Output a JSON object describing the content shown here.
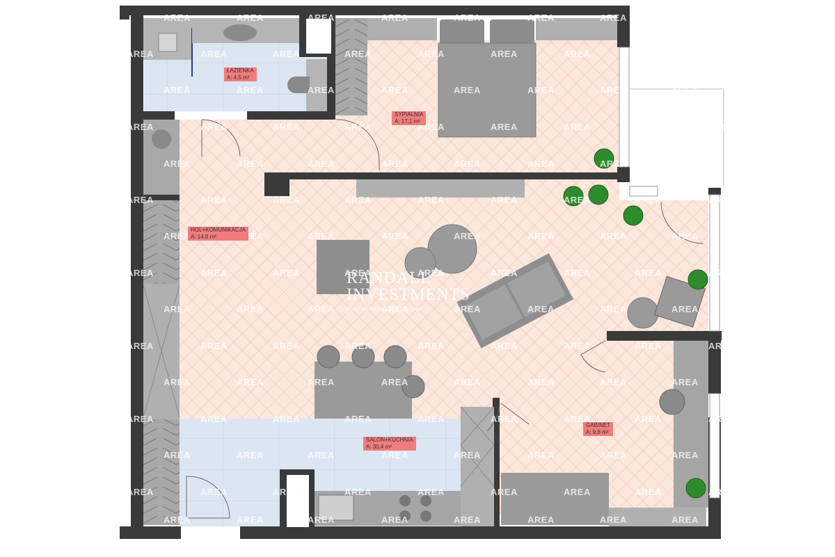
{
  "watermark": "AREA",
  "brand": {
    "line1": "RANDALL",
    "line2": "INVESTMENTS",
    "tagline": "your dreams, your home"
  },
  "rooms": [
    {
      "name": "ŁAZIENKA",
      "area": "A: 4,5 m²"
    },
    {
      "name": "SYPIALNIA",
      "area": "A: 17,1 m²"
    },
    {
      "name": "HOL+KOMUNIKACJA",
      "area": "A: 14,8 m²"
    },
    {
      "name": "SALON+KUCHNIA",
      "area": "A: 30,4 m²"
    },
    {
      "name": "GABINET",
      "area": "A: 9,6 m²"
    }
  ],
  "colors": {
    "wall": "#3a3a3a",
    "floor_wood": "#fbe7dc",
    "floor_tile": "#dce6f2",
    "furniture": "#9e9e9e",
    "label": "#f07c7c",
    "plant": "#2e8b2e"
  }
}
